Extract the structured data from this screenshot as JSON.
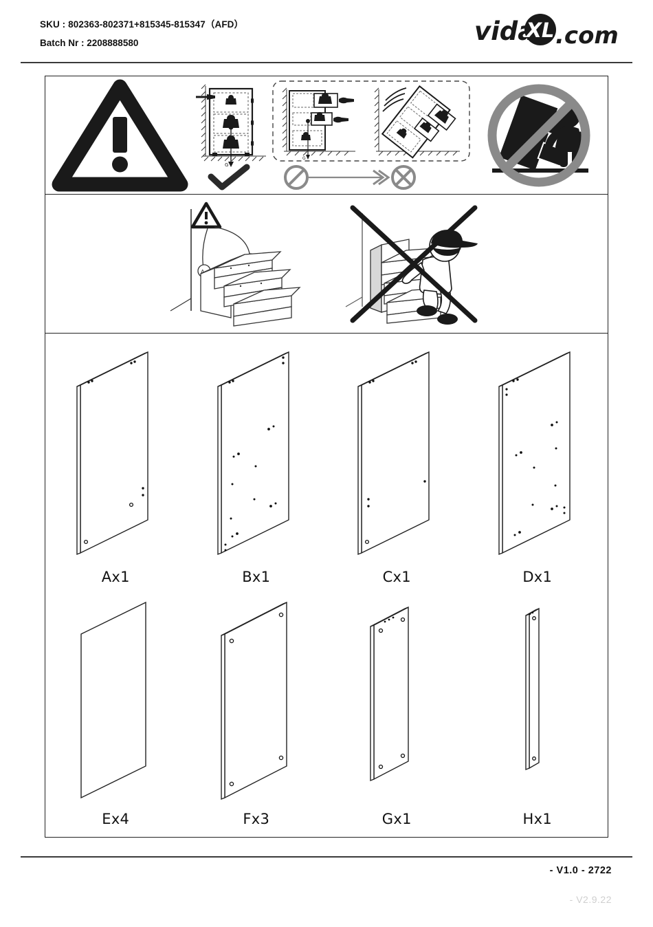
{
  "header": {
    "sku_label": "SKU : 802363-802371+815345-815347（AFD）",
    "batch_label": "Batch Nr : 2208888580",
    "logo_text": "vidaXL.com",
    "logo_word_left": "vida",
    "logo_word_xl": "XL",
    "logo_word_right": ".com"
  },
  "warning_section": {
    "name": "tip-over-warning",
    "icons": [
      "warning-triangle-exclamation-icon",
      "anchor-cabinet-to-wall-correct-icon",
      "checkmark-icon",
      "unanchored-cabinet-tips-over-prohibited-icon",
      "prohibition-circle-icon",
      "arrow-right-icon",
      "crossed-circle-icon",
      "child-crushed-by-cabinet-prohibited-icon"
    ]
  },
  "child_section": {
    "name": "do-not-climb-warning",
    "icons": [
      "anchor-points-warning-icon",
      "chest-of-drawers-anchored-icon",
      "child-climbing-drawers-prohibited-icon",
      "big-cross-icon"
    ]
  },
  "parts": {
    "section_name": "parts-list",
    "rows": [
      [
        {
          "label": "Ax1",
          "code": "A",
          "qty": 1,
          "shape": "large-panel",
          "holes": "few"
        },
        {
          "label": "Bx1",
          "code": "B",
          "qty": 1,
          "shape": "large-panel",
          "holes": "many"
        },
        {
          "label": "Cx1",
          "code": "C",
          "qty": 1,
          "shape": "large-panel",
          "holes": "few"
        },
        {
          "label": "Dx1",
          "code": "D",
          "qty": 1,
          "shape": "large-panel",
          "holes": "many"
        }
      ],
      [
        {
          "label": "Ex4",
          "code": "E",
          "qty": 4,
          "shape": "flat-panel",
          "holes": "none"
        },
        {
          "label": "Fx3",
          "code": "F",
          "qty": 3,
          "shape": "medium-panel",
          "holes": "corners"
        },
        {
          "label": "Gx1",
          "code": "G",
          "qty": 1,
          "shape": "narrow-panel",
          "holes": "corners"
        },
        {
          "label": "Hx1",
          "code": "H",
          "qty": 1,
          "shape": "thin-strip",
          "holes": "ends"
        }
      ]
    ]
  },
  "footer": {
    "version_primary": "-  V1.0 -  2722",
    "version_secondary": "-  V2.9.22"
  },
  "colors": {
    "ink": "#111111",
    "rule": "#3a3a3a",
    "border": "#222222",
    "muted": "#cfcfcf",
    "gray_sign": "#8a8a8a"
  }
}
